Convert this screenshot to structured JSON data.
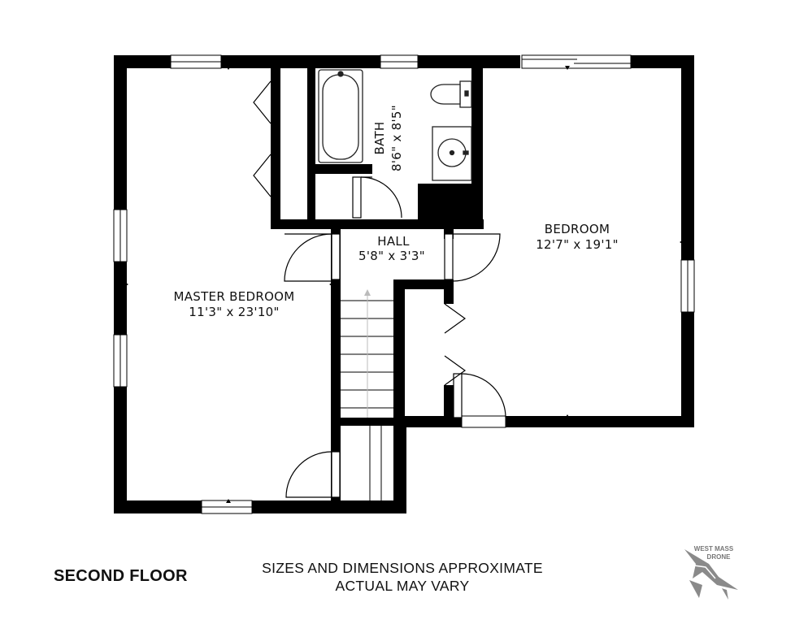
{
  "rooms": {
    "master": {
      "name": "MASTER BEDROOM",
      "dims": "11'3\" x 23'10\""
    },
    "bedroom": {
      "name": "BEDROOM",
      "dims": "12'7\" x 19'1\""
    },
    "hall": {
      "name": "HALL",
      "dims": "5'8\" x 3'3\""
    },
    "bath": {
      "name": "BATH",
      "dims": "8'6\" x 8'5\""
    }
  },
  "footer": {
    "floor": "SECOND FLOOR",
    "note_line1": "SIZES AND DIMENSIONS APPROXIMATE",
    "note_line2": "ACTUAL MAY VARY"
  },
  "logo": {
    "line1": "WEST MASS",
    "line2": "DRONE"
  },
  "colors": {
    "wall": "#000000",
    "fixture": "#333333",
    "background": "#ffffff",
    "logo": "#7a7a7a"
  }
}
